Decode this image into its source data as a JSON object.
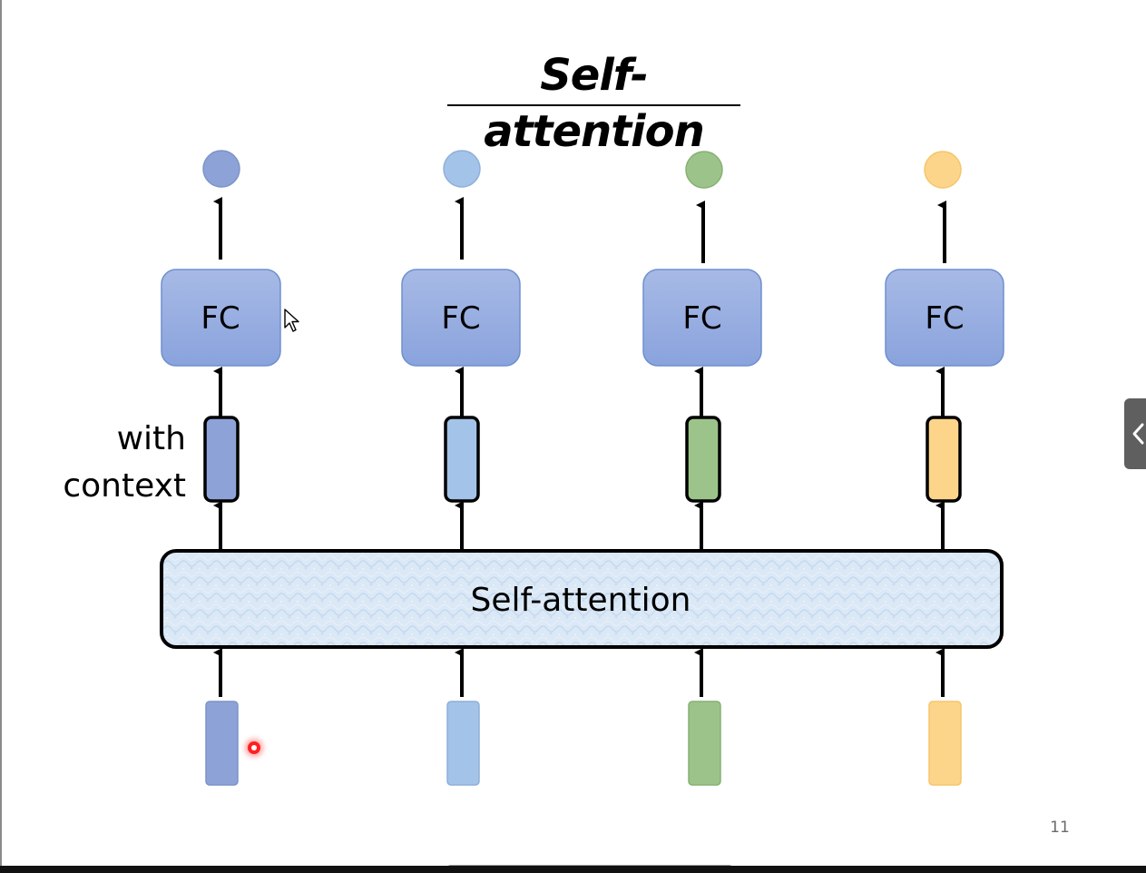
{
  "slide": {
    "title": "Self-attention",
    "page_number": "11"
  },
  "diagram": {
    "fc_label": "FC",
    "self_attention_label": "Self-attention",
    "context_label_line1": "with",
    "context_label_line2": "context",
    "columns": [
      {
        "name": "column-1",
        "color": "#8da3d8"
      },
      {
        "name": "column-2",
        "color": "#a3c3e8"
      },
      {
        "name": "column-3",
        "color": "#9cc48a"
      },
      {
        "name": "column-4",
        "color": "#fdd58a"
      }
    ],
    "fc_box_color": "#8fa9e2",
    "self_attention_fill": "#dbe8f6"
  },
  "ui": {
    "side_tab_icon": "chevron-left-icon",
    "cursor_icon": "mouse-cursor-icon",
    "laser_pointer": "laser-pointer-icon"
  }
}
